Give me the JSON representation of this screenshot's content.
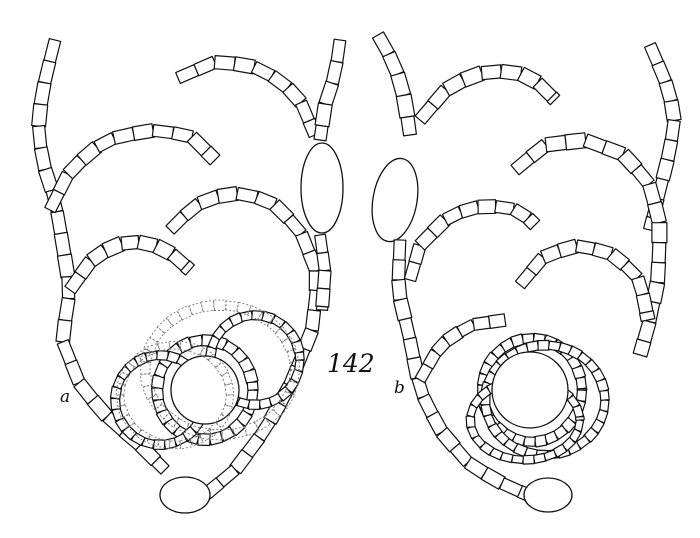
{
  "figure": {
    "number": "142",
    "panel_a_label": "a",
    "panel_b_label": "b"
  },
  "colors": {
    "ink": "#111111",
    "faint": "#777777",
    "paper": "#ffffff"
  }
}
